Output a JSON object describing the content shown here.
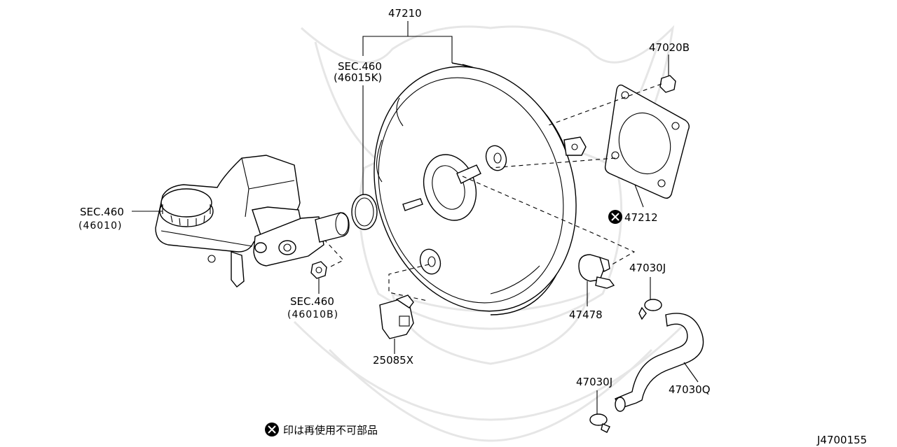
{
  "labels": {
    "booster_assembly": "47210",
    "sec_460_top": "SEC.460",
    "sec_460_top_ref": "(46015K)",
    "nut": "47020B",
    "gasket": "47212",
    "sec_460_left": "SEC.460",
    "sec_460_left_ref": "(46010)",
    "sec_460_bottom": "SEC.460",
    "sec_460_bottom_ref": "(46010B)",
    "clamp_upper": "47030J",
    "check_valve": "47478",
    "sensor": "25085X",
    "clamp_lower": "47030J",
    "hose": "47030Q"
  },
  "footer": {
    "legend_text": "印は再使用不可部品",
    "diagram_code": "J4700155"
  },
  "icons": {
    "non_reusable_mark": "circle-x-icon"
  },
  "colors": {
    "line": "#000000",
    "watermark": "#e6e6e6",
    "background": "#ffffff"
  }
}
